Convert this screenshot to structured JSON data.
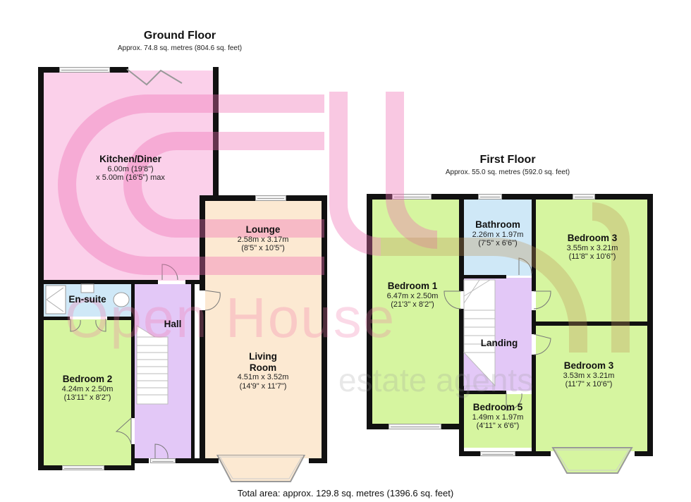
{
  "ground_floor": {
    "title": "Ground Floor",
    "area": "Approx. 74.8 sq. metres (804.6 sq. feet)",
    "rooms": [
      {
        "name": "Kitchen/Diner",
        "dim1": "6.00m (19'8\")",
        "dim2": "x 5.00m (16'5\") max",
        "color": "#fbd0ea"
      },
      {
        "name": "En-suite",
        "dim1": "",
        "dim2": "",
        "color": "#cfe8f7"
      },
      {
        "name": "Hall",
        "dim1": "",
        "dim2": "",
        "color": "#e3c8f7"
      },
      {
        "name": "Bedroom 2",
        "dim1": "4.24m x 2.50m",
        "dim2": "(13'11\" x 8'2\")",
        "color": "#d6f5a0"
      },
      {
        "name": "Lounge",
        "dim1": "2.58m x 3.17m",
        "dim2": "(8'5\" x 10'5\")",
        "color": "#fce9d2"
      },
      {
        "name": "Living Room",
        "name_line1": "Living",
        "name_line2": "Room",
        "dim1": "4.51m x 3.52m",
        "dim2": "(14'9\" x 11'7\")",
        "color": "#fce9d2"
      }
    ]
  },
  "first_floor": {
    "title": "First Floor",
    "area": "Approx. 55.0 sq. metres (592.0 sq. feet)",
    "rooms": [
      {
        "name": "Bedroom 1",
        "dim1": "6.47m x 2.50m",
        "dim2": "(21'3\" x 8'2\")",
        "color": "#d6f5a0"
      },
      {
        "name": "Bathroom",
        "dim1": "2.26m x 1.97m",
        "dim2": "(7'5\" x 6'6\")",
        "color": "#cfe8f7"
      },
      {
        "name": "Bedroom 3",
        "dim1": "3.55m x 3.21m",
        "dim2": "(11'8\" x 10'6\")",
        "color": "#d6f5a0"
      },
      {
        "name": "Landing",
        "dim1": "",
        "dim2": "",
        "color": "#e3c8f7"
      },
      {
        "name": "Bedroom 3",
        "dim1": "3.53m x 3.21m",
        "dim2": "(11'7\" x 10'6\")",
        "color": "#d6f5a0"
      },
      {
        "name": "Bedroom 5",
        "dim1": "1.49m x 1.97m",
        "dim2": "(4'11\" x 6'6\")",
        "color": "#d6f5a0"
      }
    ]
  },
  "watermark": {
    "brand": "Open House",
    "tagline": "estate agents"
  },
  "total_area": "Total area: approx. 129.8 sq. metres (1396.6 sq. feet)",
  "colors": {
    "wall": "#111111",
    "watermark_pink": "#f078aa"
  }
}
